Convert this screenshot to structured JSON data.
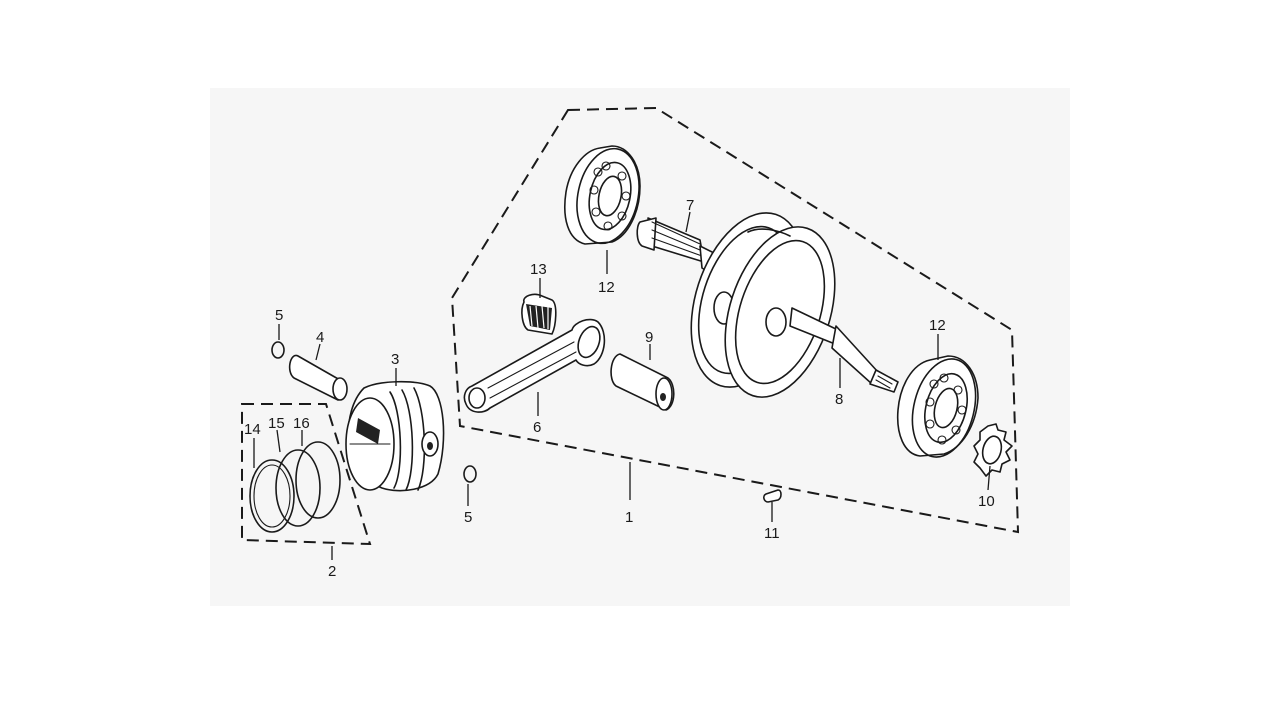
{
  "callouts": {
    "c1": "1",
    "c2": "2",
    "c3": "3",
    "c4": "4",
    "c5a": "5",
    "c5b": "5",
    "c6": "6",
    "c7": "7",
    "c8": "8",
    "c9": "9",
    "c10": "10",
    "c11": "11",
    "c12a": "12",
    "c12b": "12",
    "c13": "13",
    "c14": "14",
    "c15": "15",
    "c16": "16"
  }
}
